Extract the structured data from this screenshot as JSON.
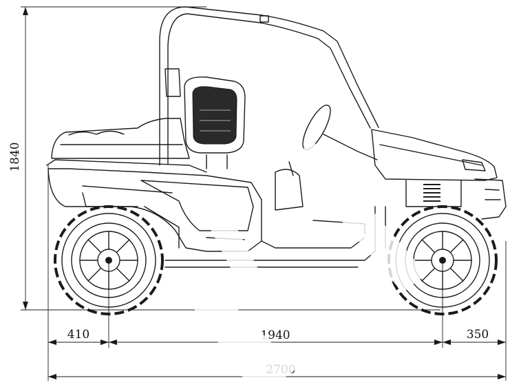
{
  "diagram": {
    "dimensions": {
      "height": "1840",
      "front_overhang": "410",
      "wheelbase": "1940",
      "rear_overhang": "350",
      "overall_length": "2700"
    },
    "line_color": "#1a1a1a",
    "watermark_color": "#ffffff"
  }
}
